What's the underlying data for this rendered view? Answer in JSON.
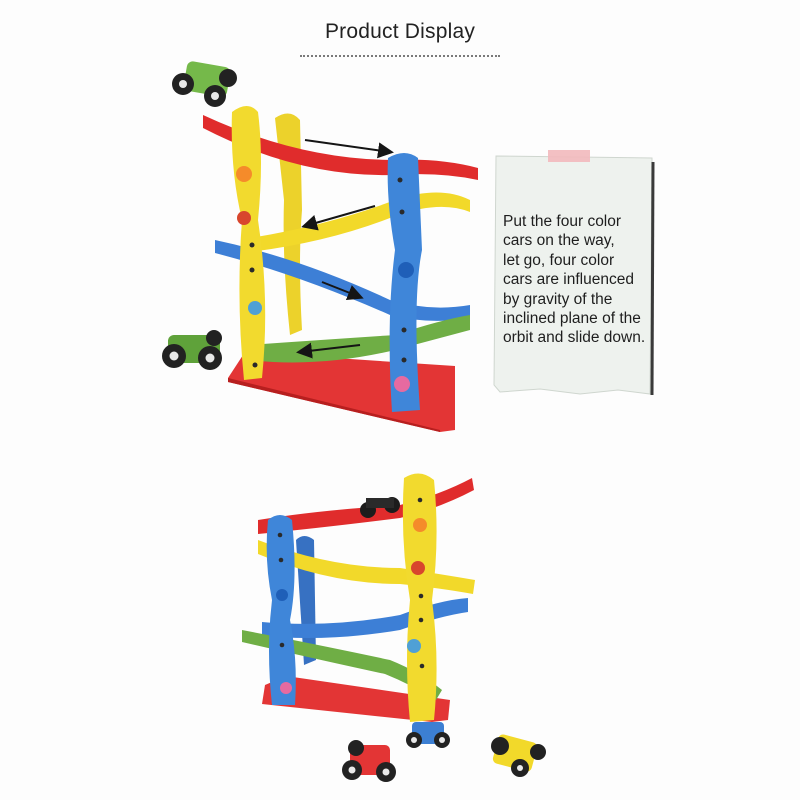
{
  "header": {
    "title": "Product Display"
  },
  "note": {
    "lines": [
      "Put the four color",
      "cars on the way,",
      "let go, four color",
      "cars are influenced",
      "by gravity of the",
      "inclined plane of the",
      "orbit and slide down."
    ]
  },
  "colors": {
    "red_track": "#e02c2c",
    "yellow_track": "#f2d92a",
    "blue_track": "#3d7fd6",
    "green_track": "#6fae45",
    "base": "#e33535",
    "paper": "#f1f4f1",
    "tape": "#f2b9bd"
  }
}
